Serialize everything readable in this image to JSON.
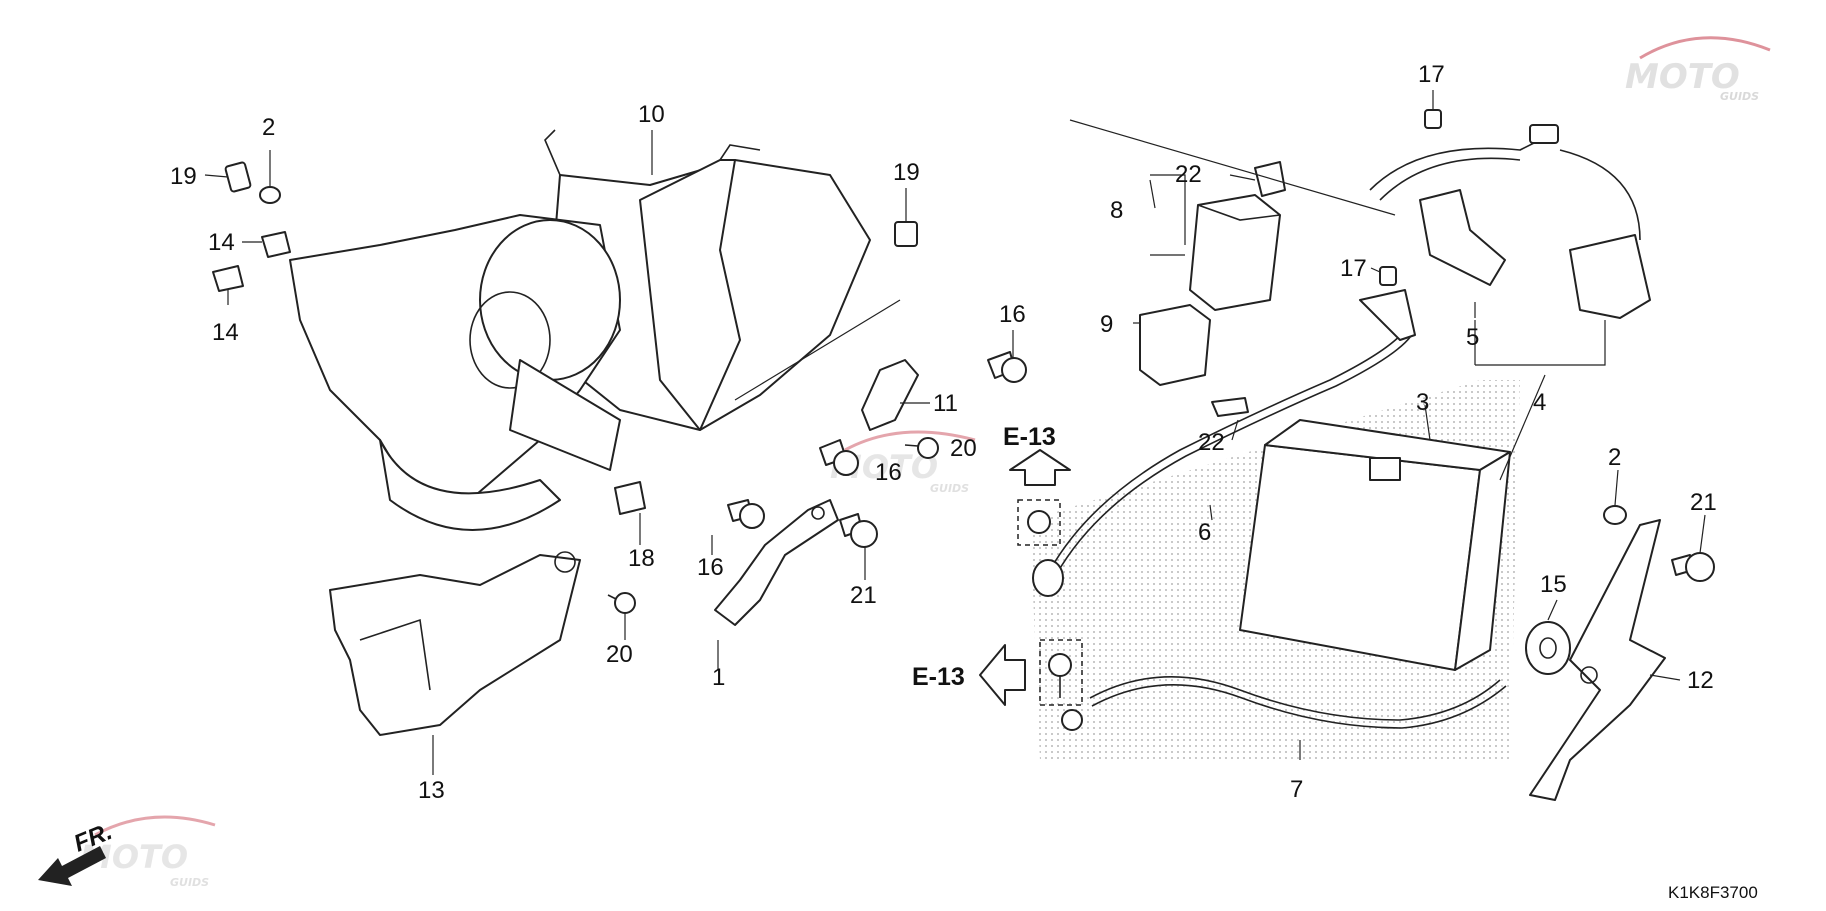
{
  "diagram": {
    "code": "K1K8F3700",
    "direction_label": "FR.",
    "reference": "E-13",
    "watermark": {
      "brand": "MOTO",
      "sub": "GUIDS",
      "color": "#c43a4a"
    },
    "callouts": {
      "c1": "1",
      "c2a": "2",
      "c2b": "2",
      "c3": "3",
      "c4": "4",
      "c5": "5",
      "c6": "6",
      "c7": "7",
      "c8": "8",
      "c9": "9",
      "c10": "10",
      "c11": "11",
      "c12": "12",
      "c13": "13",
      "c14a": "14",
      "c14b": "14",
      "c15": "15",
      "c16a": "16",
      "c16b": "16",
      "c16c": "16",
      "c17a": "17",
      "c17b": "17",
      "c18": "18",
      "c19a": "19",
      "c19b": "19",
      "c20a": "20",
      "c20b": "20",
      "c21a": "21",
      "c21b": "21",
      "c22a": "22",
      "c22b": "22"
    }
  }
}
